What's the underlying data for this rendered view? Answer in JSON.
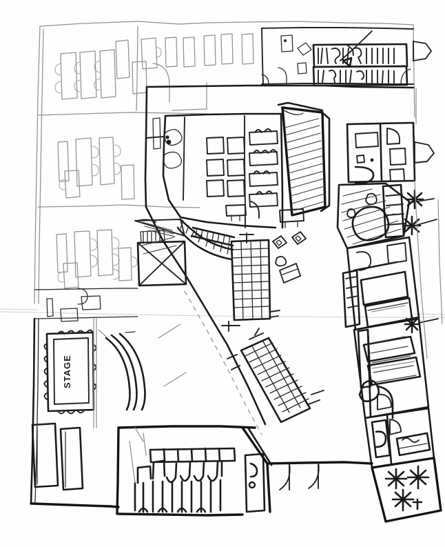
{
  "document": {
    "title": "Architectural Floor Plan Sketch",
    "medium": "hand-drawn ink and pencil on paper",
    "background_color": "#fefefe",
    "ink_color": "#1a1a1a",
    "pencil_color": "#8f9095"
  },
  "labels": {
    "stage": "STAGE"
  },
  "zones": [
    {
      "id": "upper-left-classroom-1",
      "name": "upper-left-classroom-1",
      "contents": "rows of desks with chairs"
    },
    {
      "id": "upper-left-classroom-2",
      "name": "upper-left-classroom-2",
      "contents": "rows of desks with chairs"
    },
    {
      "id": "upper-left-classroom-3",
      "name": "upper-left-classroom-3",
      "contents": "rows of desks with chairs"
    },
    {
      "id": "upper-corridor",
      "name": "upper-corridor",
      "contents": "narrow circulation strip with door swings"
    },
    {
      "id": "restroom-block",
      "name": "restroom-block",
      "contents": "two banks of stall fixtures"
    },
    {
      "id": "central-hall",
      "name": "central-hall",
      "contents": "large open hall with tables and bench seating"
    },
    {
      "id": "hatched-wedge",
      "name": "hatched-wedge",
      "contents": "diagonally hatched triangular volume"
    },
    {
      "id": "grid-stair-main",
      "name": "grid-stair-main",
      "contents": "gridded stair run"
    },
    {
      "id": "grid-stair-lower",
      "name": "grid-stair-lower",
      "contents": "angled stair run with treads"
    },
    {
      "id": "storage-block",
      "name": "storage-block",
      "contents": "cross-braced square utility block"
    },
    {
      "id": "stage-room",
      "name": "stage-room",
      "contents": "rectangular stage platform with surround seating"
    },
    {
      "id": "curved-benches",
      "name": "curved-benches",
      "contents": "two concentric curved seating arcs"
    },
    {
      "id": "lower-left-units",
      "name": "lower-left-units",
      "contents": "two tall rectangular units"
    },
    {
      "id": "auditorium-seating",
      "name": "auditorium-seating",
      "contents": "row of seats and fixture bank"
    },
    {
      "id": "right-wing-upper",
      "name": "right-wing-upper",
      "contents": "rooms with furniture and door swings"
    },
    {
      "id": "right-wing-hatched",
      "name": "right-wing-hatched",
      "contents": "hatched lounge with round table"
    },
    {
      "id": "right-wing-lower",
      "name": "right-wing-lower",
      "contents": "rooms with beds and counters"
    },
    {
      "id": "planter-terrace",
      "name": "planter-terrace",
      "contents": "angled terrace with three star-shaped plants"
    }
  ]
}
